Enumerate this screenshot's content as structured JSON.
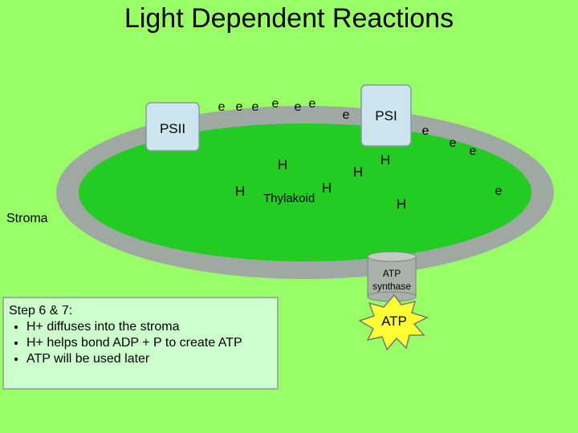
{
  "title": "Light Dependent Reactions",
  "labels": {
    "psii": "PSII",
    "psi": "PSI",
    "thylakoid": "Thylakoid",
    "stroma": "Stroma",
    "atp_synthase_line1": "ATP",
    "atp_synthase_line2": "synthase",
    "atp": "ATP"
  },
  "electrons": [
    "e",
    "e",
    "e",
    "e",
    "e",
    "e",
    "e",
    "e",
    "e",
    "e",
    "e"
  ],
  "hydrogens": [
    "H",
    "H",
    "H",
    "H",
    "H",
    "H"
  ],
  "notes": {
    "heading": "Step 6 & 7:",
    "bullets": [
      "H+ diffuses into the stroma",
      "H+ helps bond ADP + P to create ATP",
      "ATP will be used later"
    ]
  },
  "colors": {
    "background": "#99ff66",
    "membrane": "#a0a8a4",
    "lumen": "#22cc22",
    "photosystem": "#cce6f0",
    "atp_star": "#ffff33",
    "notes_box": "#ccffcc"
  }
}
